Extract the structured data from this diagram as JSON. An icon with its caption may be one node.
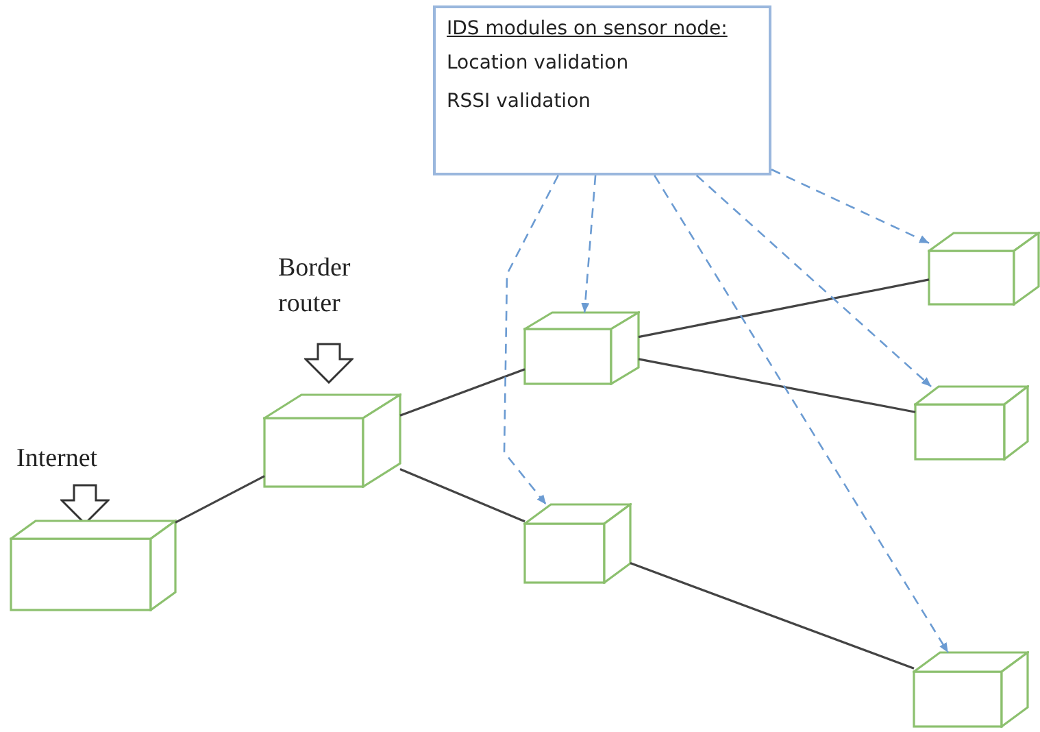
{
  "diagram": {
    "nodes": [
      {
        "text": [
          "IDS modules on sensor node:",
          "Location validation",
          "RSSI validation"
        ]
      },
      {
        "text": [
          "Internet"
        ]
      },
      {
        "text": [
          "Border router"
        ]
      },
      {
        "text": [],
        "shape": "box"
      },
      {
        "text": [],
        "shape": "box"
      },
      {
        "text": [],
        "shape": "box"
      },
      {
        "text": [],
        "shape": "box"
      },
      {
        "text": [],
        "shape": "box"
      }
    ],
    "edges": [
      {
        "from": 1,
        "to": 2,
        "arrow": "none"
      },
      {
        "from": 2,
        "to": 3,
        "arrow": "none"
      },
      {
        "from": 2,
        "to": 4,
        "arrow": "none"
      },
      {
        "from": 3,
        "to": 5,
        "arrow": "none"
      },
      {
        "from": 3,
        "to": 6,
        "arrow": "none"
      },
      {
        "from": 4,
        "to": 7,
        "arrow": "none"
      },
      {
        "from": 0,
        "to": 3,
        "arrow": "to",
        "style": "dashed",
        "color": "#6b9bd2"
      },
      {
        "from": 0,
        "to": 4,
        "arrow": "to",
        "style": "dashed",
        "color": "#6b9bd2"
      },
      {
        "from": 0,
        "to": 5,
        "arrow": "to",
        "style": "dashed",
        "color": "#6b9bd2"
      },
      {
        "from": 0,
        "to": 6,
        "arrow": "to",
        "style": "dashed",
        "color": "#6b9bd2"
      },
      {
        "from": 0,
        "to": 7,
        "arrow": "to",
        "style": "dashed",
        "color": "#6b9bd2"
      }
    ]
  }
}
